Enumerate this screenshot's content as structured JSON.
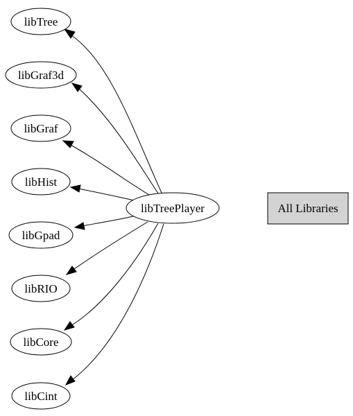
{
  "diagram": {
    "center_node": {
      "id": "libTreePlayer",
      "label": "libTreePlayer"
    },
    "dependencies": [
      {
        "id": "libTree",
        "label": "libTree"
      },
      {
        "id": "libGraf3d",
        "label": "libGraf3d"
      },
      {
        "id": "libGraf",
        "label": "libGraf"
      },
      {
        "id": "libHist",
        "label": "libHist"
      },
      {
        "id": "libGpad",
        "label": "libGpad"
      },
      {
        "id": "libRIO",
        "label": "libRIO"
      },
      {
        "id": "libCore",
        "label": "libCore"
      },
      {
        "id": "libCint",
        "label": "libCint"
      }
    ],
    "edges": [
      {
        "from": "libTreePlayer",
        "to": "libTree"
      },
      {
        "from": "libTreePlayer",
        "to": "libGraf3d"
      },
      {
        "from": "libTreePlayer",
        "to": "libGraf"
      },
      {
        "from": "libTreePlayer",
        "to": "libHist"
      },
      {
        "from": "libTreePlayer",
        "to": "libGpad"
      },
      {
        "from": "libTreePlayer",
        "to": "libRIO"
      },
      {
        "from": "libTreePlayer",
        "to": "libCore"
      },
      {
        "from": "libTreePlayer",
        "to": "libCint"
      }
    ],
    "all_libraries_button": {
      "label": "All Libraries",
      "fill_color": "#d3d3d3"
    }
  }
}
